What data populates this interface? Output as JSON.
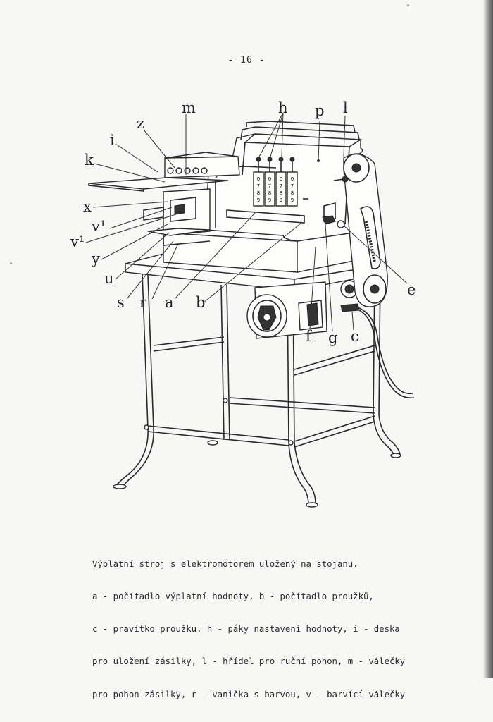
{
  "page_number": "- 16 -",
  "figure": {
    "labels": {
      "m": "m",
      "h": "h",
      "p": "p",
      "l": "l",
      "z": "z",
      "i": "i",
      "k": "k",
      "x": "x",
      "v1": "v¹",
      "v2": "v¹",
      "y": "y",
      "u": "u",
      "s": "s",
      "r": "r",
      "a": "a",
      "b": "b",
      "e": "e",
      "f": "f",
      "g": "g",
      "c": "c"
    },
    "counter_digits": [
      "0",
      "7",
      "8",
      "9"
    ]
  },
  "caption": {
    "lines": [
      "Výplatní stroj s elektromotorem uložený na stojanu.",
      "a - počítadlo výplatní hodnoty, b - počítadlo proužků,",
      "c - pravítko proužku, h - páky nastavení hodnoty, i - deska",
      "pro uložení zásilky, l - hřídel pro ruční pohon, m - válečky",
      "pro pohon zásilky, r - vanička s barvou, v - barvící válečky"
    ]
  }
}
